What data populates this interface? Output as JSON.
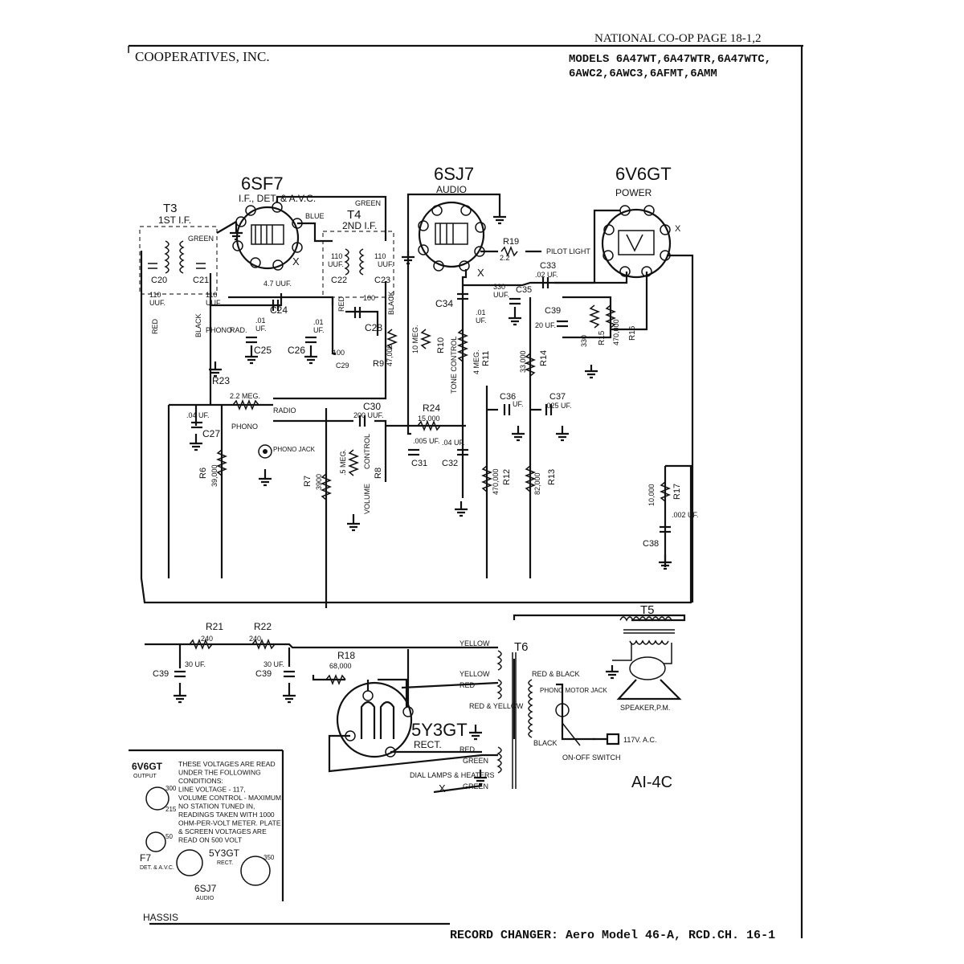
{
  "header": {
    "page_ref": "NATIONAL CO-OP PAGE 18-1,2",
    "company": "COOPERATIVES, INC.",
    "models_line1": "MODELS 6A47WT,6A47WTR,6A47WTC,",
    "models_line2": "6AWC2,6AWC3,6AFMT,6AMM"
  },
  "tubes": {
    "t1": {
      "name": "6SF7",
      "function": "I.F., DET. & A.V.C."
    },
    "t2": {
      "name": "6SJ7",
      "function": "AUDIO"
    },
    "t3": {
      "name": "6V6GT",
      "function": "POWER"
    },
    "t4": {
      "name": "5Y3GT",
      "function": "RECT."
    }
  },
  "transformers": {
    "t3": {
      "name": "T3",
      "desc": "1ST I.F."
    },
    "t4": {
      "name": "T4",
      "desc": "2ND I.F."
    },
    "t5": {
      "name": "T5"
    },
    "t6": {
      "name": "T6"
    }
  },
  "components": {
    "c20": "C20",
    "c21": "C21",
    "c20_val": "110",
    "c21_val": "110",
    "uuf": "UUF.",
    "c22": "C22",
    "c23": "C23",
    "c22_val": "110",
    "c23_val": "110",
    "c24": "C24",
    "c24_val": "4.7 UUF.",
    "c25": "C25",
    "c25_val": ".01",
    "c26": "C26",
    "c26_val": ".01",
    "uf": "UF.",
    "c28": "C28",
    "c28_val": "100",
    "c29": "C29",
    "c29_val": "100",
    "r9": "R9",
    "r9_val": "47,000",
    "c34": "C34",
    "c34_val": ".01",
    "r10": "R10",
    "r10_val": "10 MEG.",
    "r11": "R11",
    "r11_val": "4 MEG.",
    "tone": "TONE CONTROL",
    "r19": "R19",
    "r19_val": "2.2",
    "pilot": "PILOT LIGHT",
    "c33": "C33",
    "c33_val": ".02 UF.",
    "c35": "C35",
    "c35_val": "330",
    "c39a": "C39",
    "c39a_val": "20 UF.",
    "r15": "R15",
    "r15_val": "330",
    "r16": "R16",
    "r16_val": "470,000",
    "r14": "R14",
    "r14_val": "33,000",
    "r23": "R23",
    "r23_val": "2.2 MEG.",
    "radio": "RADIO",
    "phono": "PHONO",
    "c30": "C30",
    "c30_val": "200 UUF.",
    "r24": "R24",
    "r24_val": "15,000",
    "c36": "C36",
    "c36_val": "UF.",
    "c37": "C37",
    "c37_val": ".025 UF.",
    "c27": "C27",
    "c27_val": ".04 UF.",
    "phono_jack": "PHONO JACK",
    "r6": "R6",
    "r6_val": "39,000",
    "r7": "R7",
    "r7_val": "3900",
    "r8": "R8",
    "r8_val": ".5 MEG.",
    "volume": "VOLUME",
    "control": "CONTROL",
    "c31": "C31",
    "c31_val": ".005 UF.",
    "c32": "C32",
    "c32_val": ".04 UF.",
    "r12": "R12",
    "r12_val": "470,000",
    "r13": "R13",
    "r13_val": "82,000",
    "r17": "R17",
    "r17_val": "10,000",
    "c38": "C38",
    "c38_val": ".002 UF.",
    "r21": "R21",
    "r21_val": "240",
    "r22": "R22",
    "r22_val": "240",
    "c39b": "C39",
    "c39b_val": "30 UF.",
    "c39c": "C39",
    "c39c_val": "30 UF.",
    "r18": "R18",
    "r18_val": "68,000"
  },
  "wires": {
    "green": "GREEN",
    "blue": "BLUE",
    "red": "RED",
    "black": "BLACK",
    "yellow": "YELLOW",
    "red_black": "RED & BLACK",
    "red_yellow": "RED & YELLOW",
    "phono_label": "PHONO",
    "rad_label": "RAD."
  },
  "misc": {
    "speaker": "SPEAKER,P.M.",
    "ac": "117V. A.C.",
    "switch": "ON-OFF SWITCH",
    "phono_motor": "PHONO MOTOR JACK",
    "dial": "DIAL LAMPS & HEATERS",
    "ref": "AI-4C",
    "x_mark": "X"
  },
  "voltage_note": {
    "lines": [
      "THESE VOLTAGES ARE READ",
      "UNDER THE FOLLOWING",
      "CONDITIONS:",
      "LINE VOLTAGE - 117,",
      "VOLUME CONTROL - MAXIMUM,",
      "NO STATION TUNED IN,",
      "READINGS TAKEN WITH 1000",
      "OHM-PER-VOLT METER. PLATE",
      "& SCREEN VOLTAGES ARE",
      "READ ON 500 VOLT"
    ],
    "tube_a": "6V6GT",
    "tube_a_sub": "OUTPUT",
    "tube_b": "5Y3GT",
    "tube_b_sub": "RECT.",
    "tube_c": "6SJ7",
    "tube_c_sub": "AUDIO",
    "tube_d": "F7",
    "tube_d_sub": "DET. & A.V.C.",
    "v300": "300",
    "v215": "215",
    "v350": "350",
    "v50": "50",
    "chassis": "HASSIS"
  },
  "footer": {
    "record_changer": "RECORD CHANGER: Aero Model 46-A, RCD.CH. 16-1"
  }
}
